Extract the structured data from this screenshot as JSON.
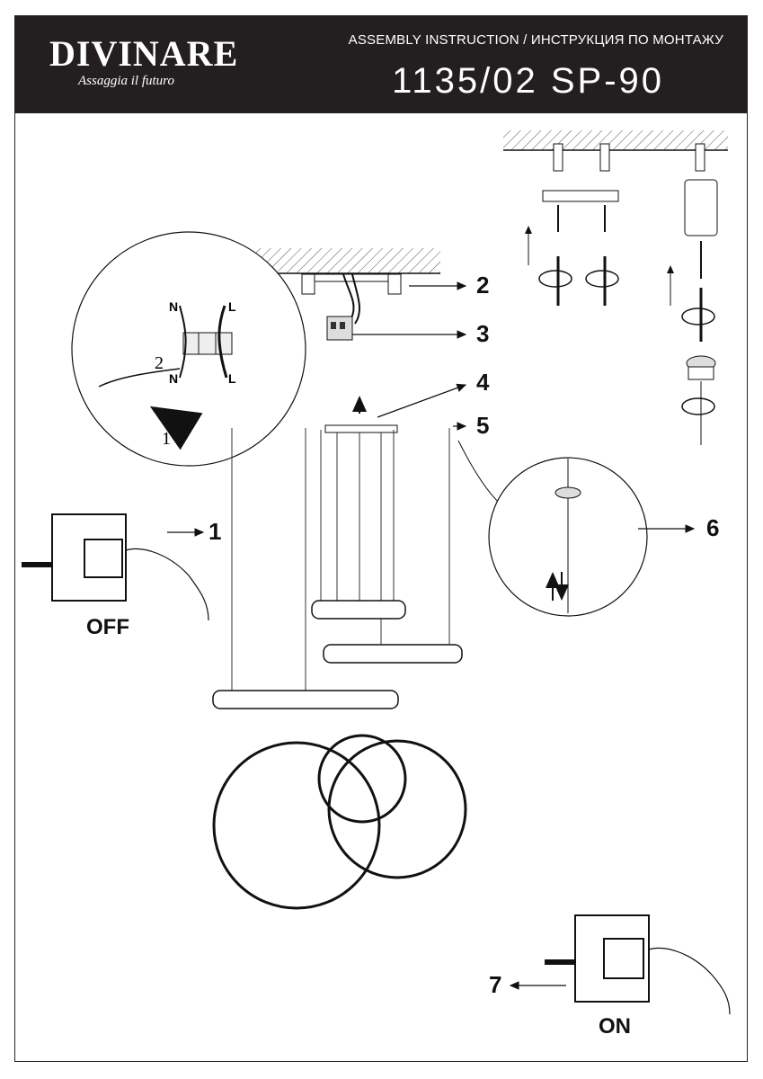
{
  "header": {
    "brand": "DIVINARE",
    "tagline": "Assaggia il futuro",
    "doc_title": "ASSEMBLY INSTRUCTION / ИНСТРУКЦИЯ ПО МОНТАЖУ",
    "model": "1135/02 SP-90"
  },
  "callouts": [
    "1",
    "2",
    "3",
    "4",
    "5",
    "6",
    "7"
  ],
  "switch_states": {
    "off": "OFF",
    "on": "ON"
  },
  "wiring": {
    "neutral": "N",
    "live": "L",
    "step_1": "1",
    "step_2": "2"
  },
  "colors": {
    "header_bg": "#231f20",
    "header_text": "#ffffff",
    "line": "#111111"
  },
  "icons": [
    "light-switch-icon",
    "hand-icon",
    "ceiling-mount-icon",
    "terminal-block-icon",
    "rotate-arrow-icon"
  ]
}
